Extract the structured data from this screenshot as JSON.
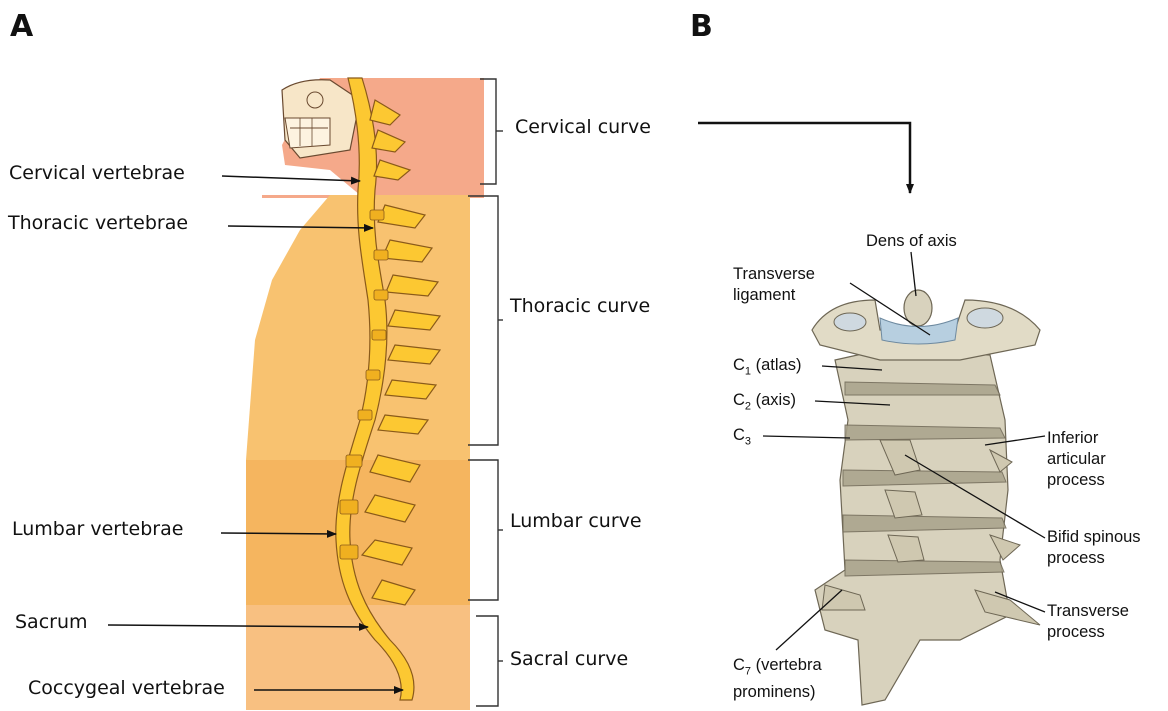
{
  "panels": {
    "a": "A",
    "b": "B"
  },
  "panel_a": {
    "vertebrae_labels": {
      "cervical": "Cervical vertebrae",
      "thoracic": "Thoracic vertebrae",
      "lumbar": "Lumbar vertebrae",
      "sacrum": "Sacrum",
      "coccygeal": "Coccygeal vertebrae"
    },
    "curve_labels": {
      "cervical": "Cervical curve",
      "thoracic": "Thoracic curve",
      "lumbar": "Lumbar curve",
      "sacral": "Sacral curve"
    },
    "colors": {
      "head": "#f5a98a",
      "thoracic": "#f8c270",
      "lumbar": "#f5b55f",
      "sacral": "#f8c081",
      "spine": "#fcc832"
    }
  },
  "panel_b": {
    "labels": {
      "dens": "Dens of axis",
      "transverse_ligament_1": "Transverse",
      "transverse_ligament_2": "ligament",
      "c1_prefix": "C",
      "c1_sub": "1",
      "c1_suffix": " (atlas)",
      "c2_prefix": "C",
      "c2_sub": "2",
      "c2_suffix": " (axis)",
      "c3_prefix": "C",
      "c3_sub": "3",
      "inferior_1": "Inferior",
      "inferior_2": "articular",
      "inferior_3": "process",
      "bifid_1": "Bifid spinous",
      "bifid_2": "process",
      "transverse_process_1": "Transverse",
      "transverse_process_2": "process",
      "c7_prefix": "C",
      "c7_sub": "7",
      "c7_suffix": " (vertebra",
      "c7_line2": "prominens)"
    },
    "colors": {
      "bone": "#d8d2bd",
      "bone_shadow": "#a9a28b",
      "ligament": "#b7cfe0"
    }
  }
}
